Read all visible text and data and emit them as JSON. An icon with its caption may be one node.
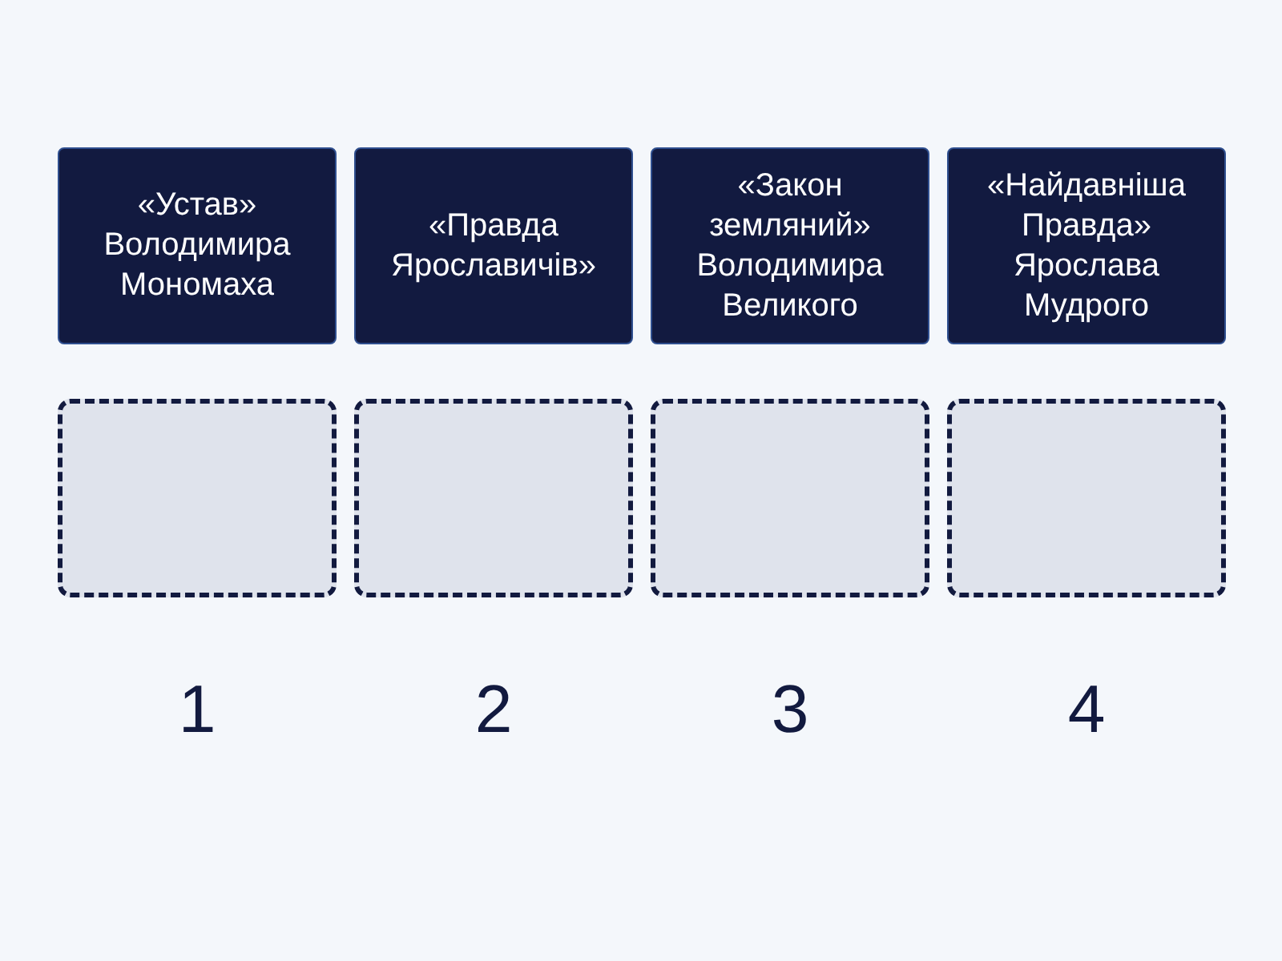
{
  "diagram": {
    "nodes": [
      {
        "text": [
          "«Устав» Володимира Мономаха"
        ]
      },
      {
        "text": [
          "«Правда Ярославичів»"
        ]
      },
      {
        "text": [
          "«Закон земляний» Володимира Великого"
        ]
      },
      {
        "text": [
          "«Найдавніша Правда» Ярослава Мудрого"
        ]
      },
      {
        "text": [],
        "shape": "box",
        "beside": [
          "1"
        ]
      },
      {
        "text": [],
        "shape": "box",
        "beside": [
          "2"
        ]
      },
      {
        "text": [],
        "shape": "box",
        "beside": [
          "3"
        ]
      },
      {
        "text": [],
        "shape": "box",
        "beside": [
          "4"
        ]
      }
    ]
  }
}
